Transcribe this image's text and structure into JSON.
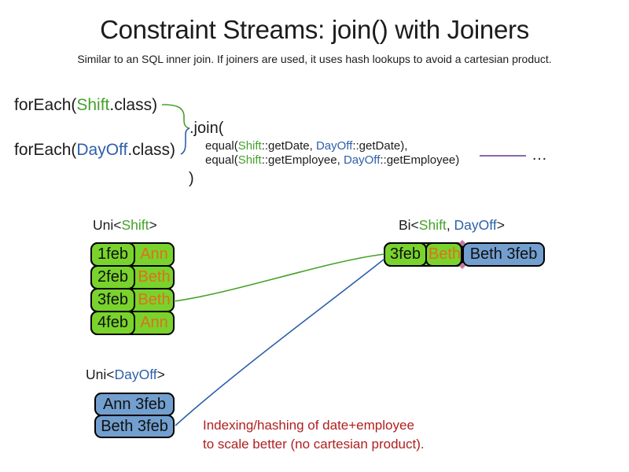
{
  "slide": {
    "title": "Constraint Streams: join() with Joiners",
    "subtitle": "Similar to an SQL inner join. If joiners are used, it uses hash lookups to avoid a cartesian product."
  },
  "code": {
    "foreach_shift": {
      "prefix": "forEach(",
      "class_token": "Shift",
      "suffix": ".class)"
    },
    "foreach_dayoff": {
      "prefix": "forEach(",
      "class_token": "DayOff",
      "suffix": ".class)"
    },
    "join_open": ".join(",
    "join_close": ")",
    "equal_date": {
      "pre": "equal(",
      "shift": "Shift",
      "mid": "::getDate, ",
      "dayoff": "DayOff",
      "post": "::getDate),"
    },
    "equal_employee": {
      "pre": "equal(",
      "shift": "Shift",
      "mid": "::getEmployee, ",
      "dayoff": "DayOff",
      "post": "::getEmployee)"
    },
    "ellipsis": "…"
  },
  "uni_shift": {
    "label_pre": "Uni<",
    "label_type": "Shift",
    "label_post": ">",
    "rows": [
      {
        "date": "1feb",
        "employee": "Ann"
      },
      {
        "date": "2feb",
        "employee": "Beth"
      },
      {
        "date": "3feb",
        "employee": "Beth"
      },
      {
        "date": "4feb",
        "employee": "Ann"
      }
    ]
  },
  "uni_dayoff": {
    "label_pre": "Uni<",
    "label_type": "DayOff",
    "label_post": ">",
    "rows": [
      {
        "text": "Ann 3feb"
      },
      {
        "text": "Beth 3feb"
      }
    ]
  },
  "bi": {
    "label_pre": "Bi<",
    "label_shift": "Shift",
    "label_sep": ", ",
    "label_dayoff": "DayOff",
    "label_post": ">",
    "row": {
      "date": "3feb",
      "employee": "Beth",
      "dayoff_text": "Beth 3feb"
    }
  },
  "note": {
    "line1": "Indexing/hashing of date+employee",
    "line2": "to scale better (no cartesian product)."
  },
  "colors": {
    "shift_green_text": "#45a12b",
    "dayoff_blue_text": "#2d5fa9",
    "green_fill": "#79d32c",
    "blue_fill": "#729fcf",
    "employee_orange": "#e0701e",
    "note_red": "#b02020",
    "joiner_purple": "#8a68ab",
    "handle_pink": "#c27ba0"
  }
}
